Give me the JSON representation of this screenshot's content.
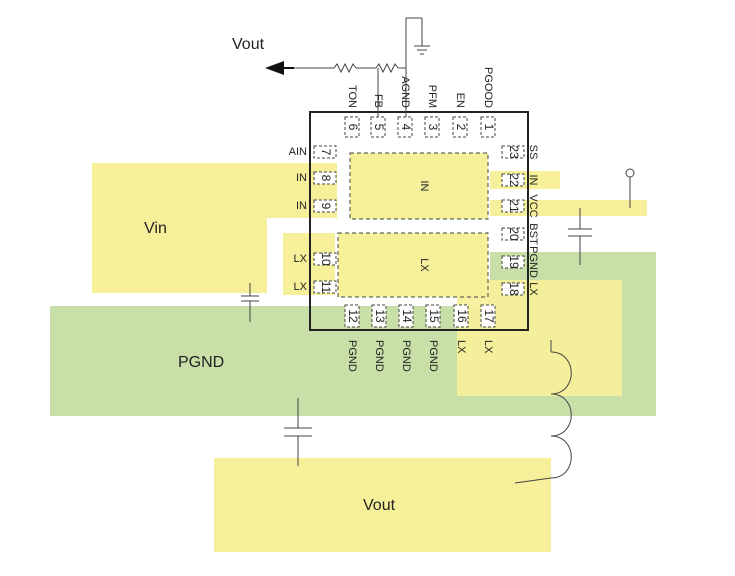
{
  "colors": {
    "copper_yellow": "#f7f09a",
    "ground_green": "#c8dfa8",
    "outline": "#222222",
    "pin_pad": "#ffffff"
  },
  "planes": {
    "vin": "Vin",
    "pgnd": "PGND",
    "vout": "Vout"
  },
  "arrow_label": "Vout",
  "chip": {
    "pad_in": "IN",
    "pad_lx": "LX"
  },
  "pins_top": [
    {
      "num": "6",
      "name": "TON"
    },
    {
      "num": "5",
      "name": "FB"
    },
    {
      "num": "4",
      "name": "AGND"
    },
    {
      "num": "3",
      "name": "PFM"
    },
    {
      "num": "2",
      "name": "EN"
    },
    {
      "num": "1",
      "name": "PGOOD"
    }
  ],
  "pins_left": [
    {
      "num": "7",
      "name": "AIN"
    },
    {
      "num": "8",
      "name": "IN"
    },
    {
      "num": "9",
      "name": "IN"
    },
    {
      "num": "10",
      "name": "LX"
    },
    {
      "num": "11",
      "name": "LX"
    }
  ],
  "pins_right": [
    {
      "num": "23",
      "name": "SS"
    },
    {
      "num": "22",
      "name": "IN"
    },
    {
      "num": "21",
      "name": "VCC"
    },
    {
      "num": "20",
      "name": "BST"
    },
    {
      "num": "19",
      "name": "PGND"
    },
    {
      "num": "18",
      "name": "LX"
    }
  ],
  "pins_bottom": [
    {
      "num": "12",
      "name": "PGND"
    },
    {
      "num": "13",
      "name": "PGND"
    },
    {
      "num": "14",
      "name": "PGND"
    },
    {
      "num": "15",
      "name": "PGND"
    },
    {
      "num": "16",
      "name": "LX"
    },
    {
      "num": "17",
      "name": "LX"
    }
  ]
}
